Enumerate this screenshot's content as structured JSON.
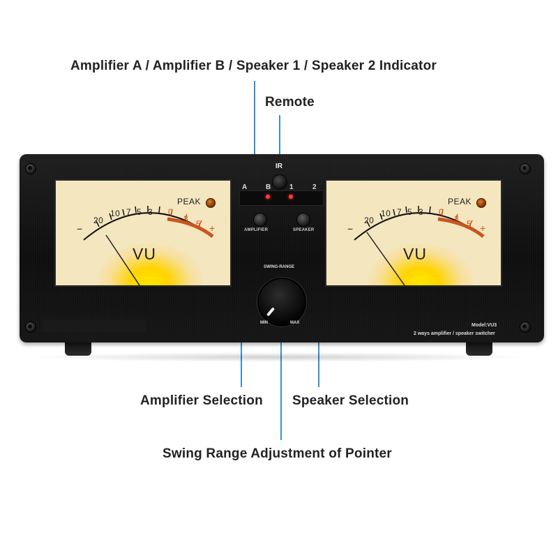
{
  "callouts": {
    "indicator": "Amplifier A / Amplifier B / Speaker 1 / Speaker 2 Indicator",
    "remote": "Remote",
    "amplifier_selection": "Amplifier Selection",
    "speaker_selection": "Speaker Selection",
    "swing_range": "Swing Range Adjustment of Pointer"
  },
  "device": {
    "ir_label": "IR",
    "selector_labels": [
      "A",
      "B",
      "1",
      "2"
    ],
    "amplifier_button_label": "AMPLIFIER",
    "speaker_button_label": "SPEAKER",
    "knob_title": "SWING-RANGE",
    "knob_min": "MIN",
    "knob_max": "MAX",
    "model_line": "Model:VU3",
    "description_line": "2 ways amplifier / speaker switcher",
    "led_color": "#ff3b3b",
    "accent_color": "#3a8fd0"
  },
  "meters": [
    {
      "peak_label": "PEAK",
      "vu_label": "VU",
      "scale_black": [
        "20",
        "10",
        "7",
        "5",
        "3"
      ],
      "scale_red": [
        "0",
        "3",
        "5"
      ],
      "minus": "−",
      "plus": "+"
    },
    {
      "peak_label": "PEAK",
      "vu_label": "VU",
      "scale_black": [
        "20",
        "10",
        "7",
        "5",
        "3"
      ],
      "scale_red": [
        "0",
        "3",
        "5"
      ],
      "minus": "−",
      "plus": "+"
    }
  ]
}
